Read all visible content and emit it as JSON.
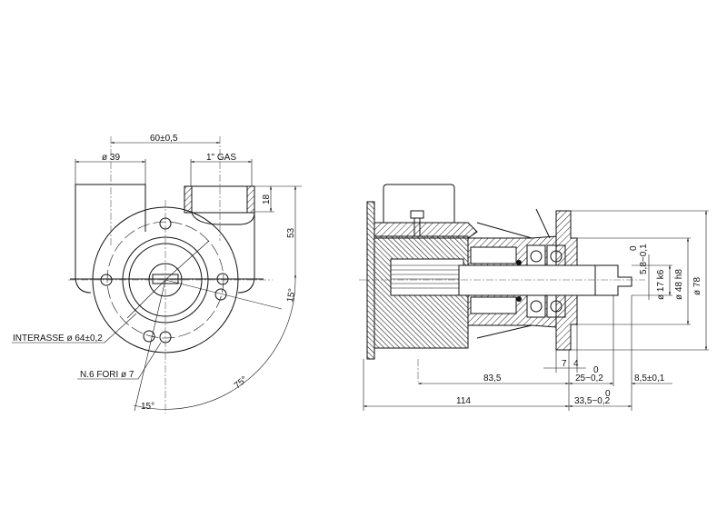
{
  "front_view": {
    "dim_center_distance": "60±0,5",
    "dim_outlet_diameter": "ø 39",
    "dim_port_thread": "1\" GAS",
    "dim_port_depth": "18",
    "dim_height": "53",
    "angle_upper": "15°",
    "angle_large": "75°",
    "angle_lower": "15°",
    "label_bolt_circle": "INTERASSE ø 64±0,2",
    "label_holes": "N.6 FORI ø 7"
  },
  "side_view": {
    "dim_flange_diameter": "ø 78",
    "dim_spigot_diameter": "ø 48 h8",
    "dim_shaft_diameter": "ø 17 k6",
    "dim_key_depth": "5,8−0,1",
    "dim_key_depth_upper_tol": "0",
    "dim_7": "7",
    "dim_4": "4",
    "dim_83_5": "83,5",
    "dim_25": "25−0,2",
    "dim_25_upper_tol": "0",
    "dim_8_5": "8,5±0,1",
    "dim_114": "114",
    "dim_33_5": "33,5−0,2",
    "dim_33_5_upper_tol": "0"
  }
}
